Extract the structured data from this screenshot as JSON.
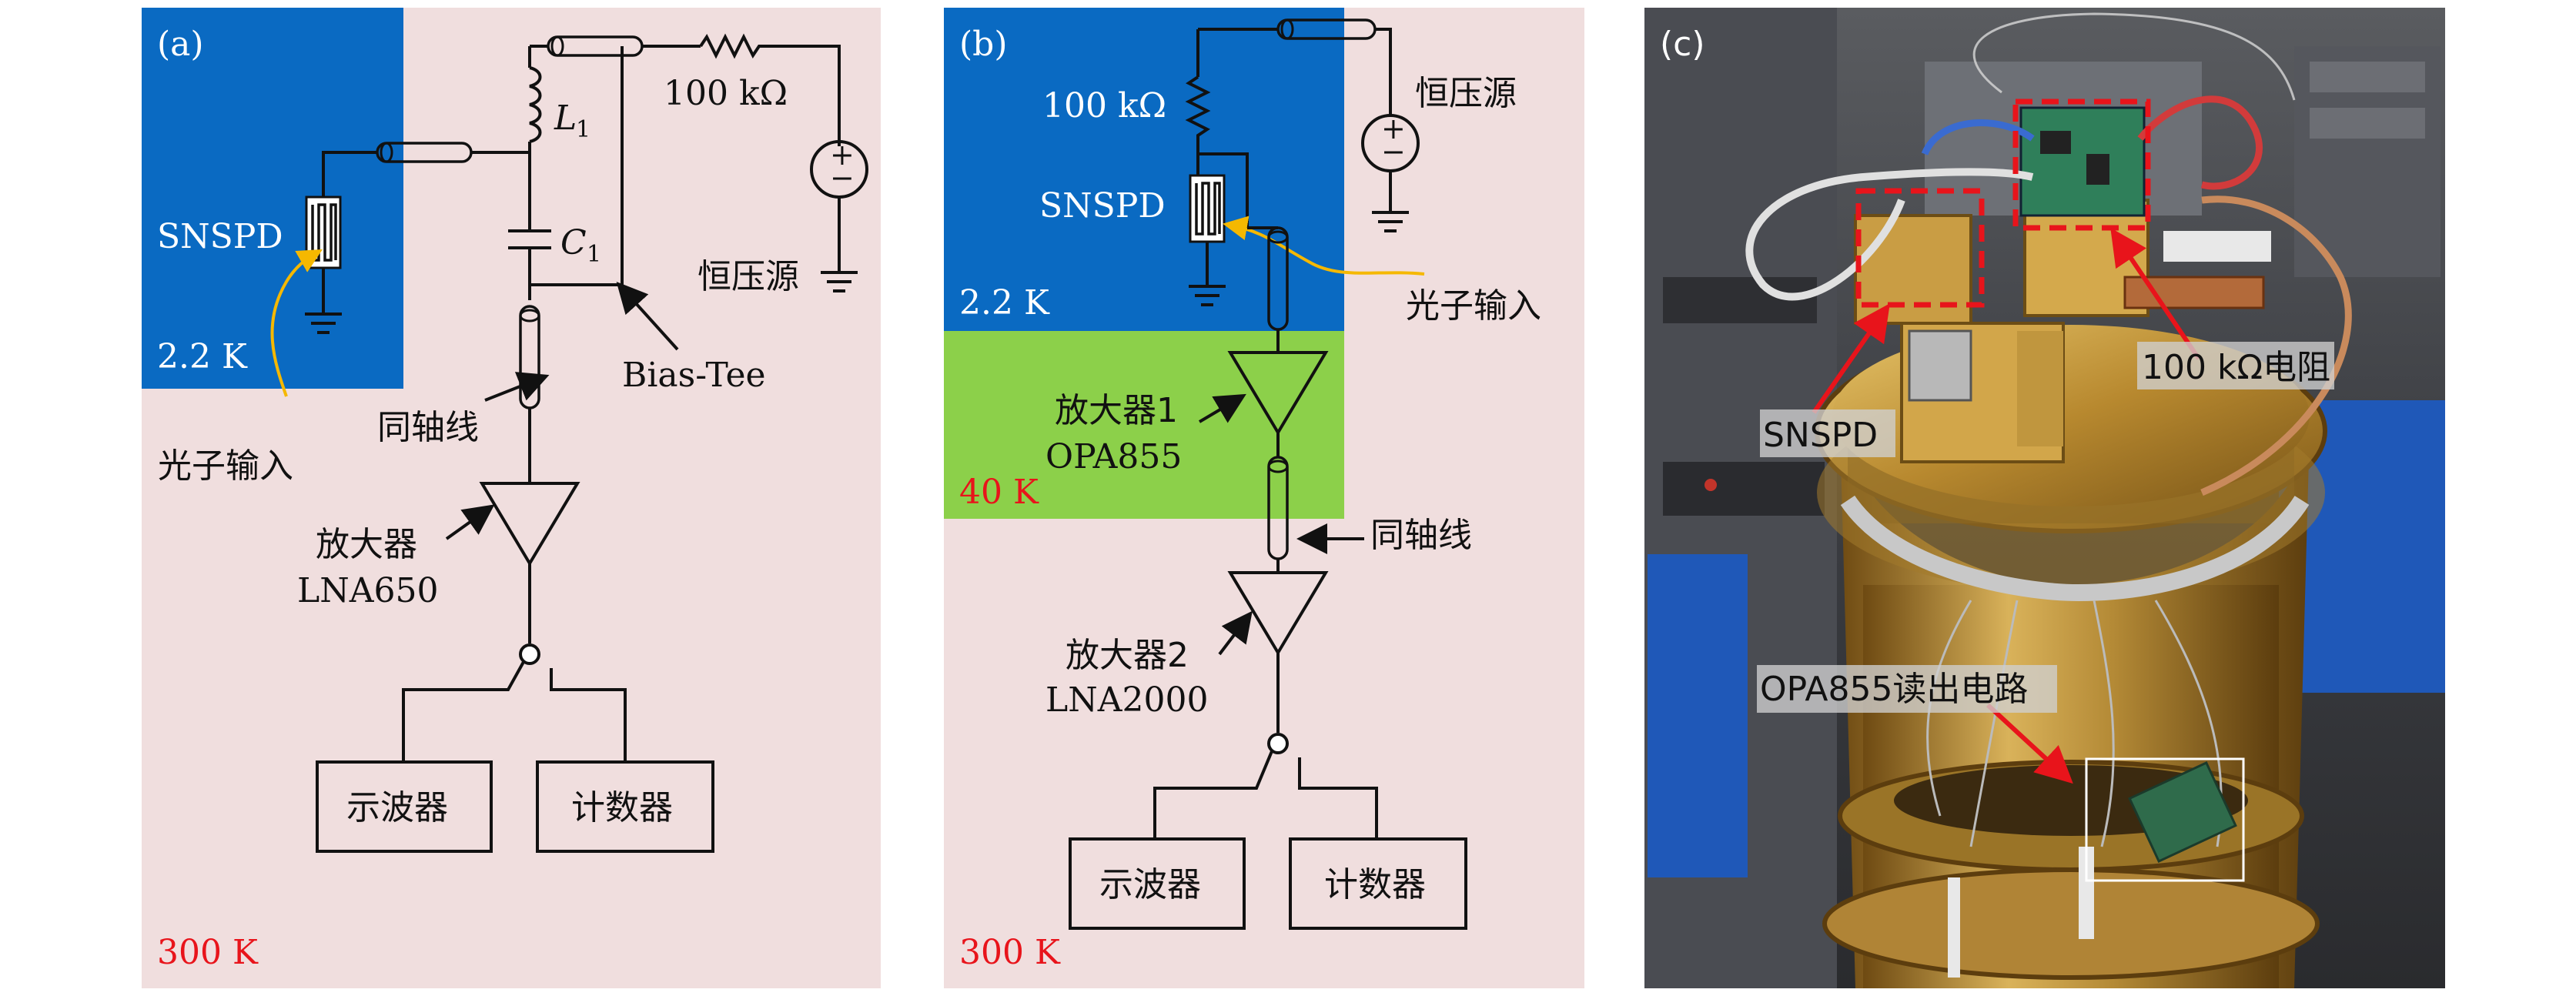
{
  "panel_a": {
    "tag": "(a)",
    "zone_cold": "2.2 K",
    "zone_room": "300 K",
    "snspd": "SNSPD",
    "inductor": "L",
    "inductor_sub": "1",
    "capacitor": "C",
    "capacitor_sub": "1",
    "resistor": "100 kΩ",
    "source": "恒压源",
    "bias_tee": "Bias-Tee",
    "coax": "同轴线",
    "photon_in": "光子输入",
    "amp_name": "放大器",
    "amp_model": "LNA650",
    "scope": "示波器",
    "counter": "计数器",
    "plus": "+",
    "minus": "−"
  },
  "panel_b": {
    "tag": "(b)",
    "zone_cold": "2.2 K",
    "zone_mid": "40 K",
    "zone_room": "300 K",
    "resistor": "100 kΩ",
    "snspd": "SNSPD",
    "source": "恒压源",
    "photon_in": "光子输入",
    "amp1_name": "放大器1",
    "amp1_model": "OPA855",
    "coax": "同轴线",
    "amp2_name": "放大器2",
    "amp2_model": "LNA2000",
    "scope": "示波器",
    "counter": "计数器",
    "plus": "+",
    "minus": "−"
  },
  "panel_c": {
    "tag": "(c)",
    "label_resistor": "100 kΩ电阻",
    "label_snspd": "SNSPD",
    "label_readout": "OPA855读出电路"
  },
  "colors": {
    "cold_zone": "#0a6ac2",
    "mid_zone": "#8cd04a",
    "room_zone": "#f0dede",
    "photon": "#f5b800",
    "temp_red": "#e8141b",
    "marker_red": "#e8141b"
  }
}
